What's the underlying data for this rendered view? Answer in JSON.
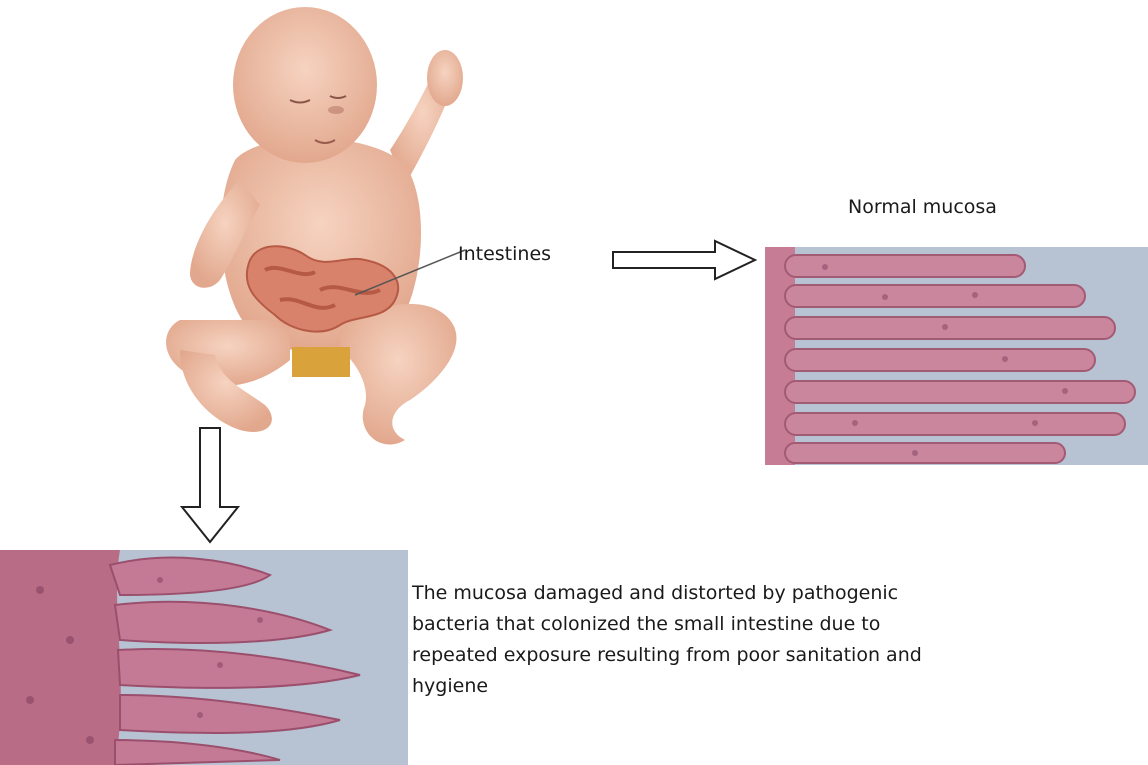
{
  "labels": {
    "intestines": "Intestines",
    "normal_mucosa": "Normal mucosa"
  },
  "caption": {
    "line1": "The mucosa damaged and distorted by pathogenic",
    "line2": "bacteria that colonized the small intestine due to",
    "line3": "repeated exposure resulting from poor sanitation and",
    "line4": "hygiene"
  },
  "colors": {
    "skin": "#f2c4ad",
    "intestine": "#d9826b",
    "diaper": "#d9a23a",
    "tissue_base": "#c77c96",
    "tissue_background": "#b7c3d3"
  }
}
